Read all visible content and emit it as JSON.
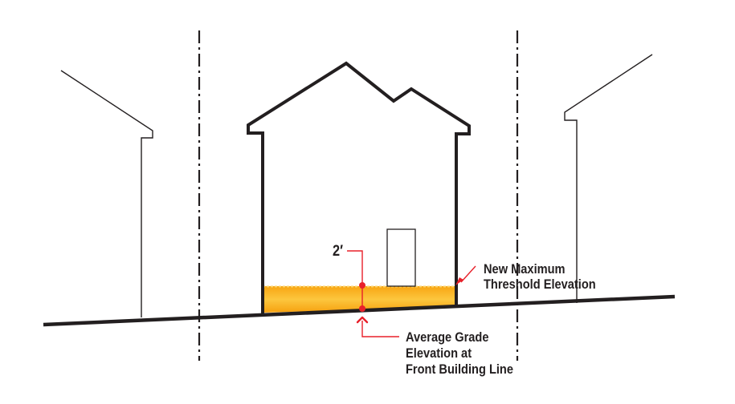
{
  "labels": {
    "dimension": "2′",
    "threshold_line1": "New Maximum",
    "threshold_line2": "Threshold Elevation",
    "grade_line1": "Average Grade",
    "grade_line2": "Elevation at",
    "grade_line3": "Front Building Line"
  },
  "colors": {
    "outline": "#231f20",
    "fill_zone": "#f7b21a",
    "fill_zone_light": "#fcd36a",
    "accent": "#e8202a"
  },
  "icons": {
    "dimension_marker": "red-dot",
    "grade_arrow": "chevron-up-icon",
    "threshold_arrow": "arrow-icon"
  }
}
